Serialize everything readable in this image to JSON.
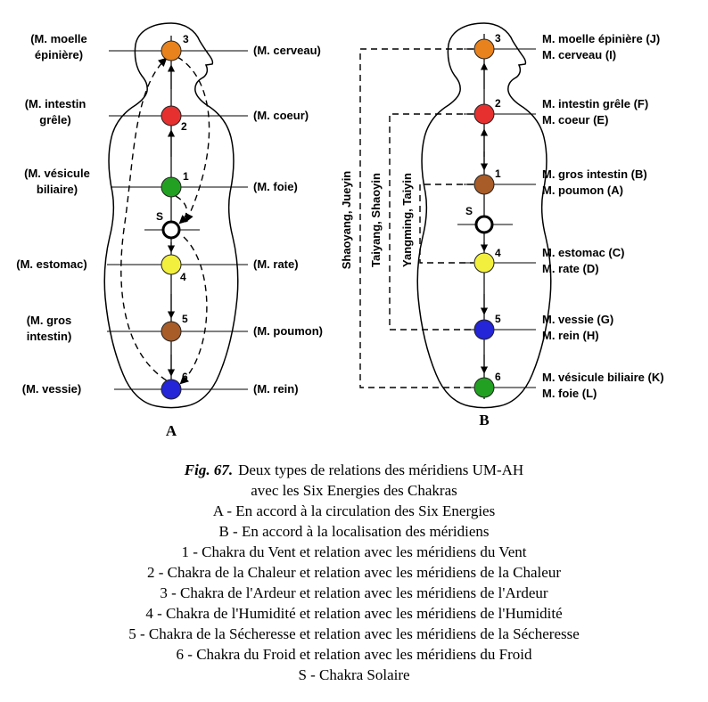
{
  "colors": {
    "orange": "#e8821c",
    "red": "#e63030",
    "green": "#22a022",
    "yellow": "#f2ef3e",
    "brown": "#a85c28",
    "blue": "#2424d8"
  },
  "figure_a": {
    "letter": "A",
    "s_label": "S",
    "numbers": {
      "n1": "1",
      "n2": "2",
      "n3": "3",
      "n4": "4",
      "n5": "5",
      "n6": "6"
    },
    "left_labels": {
      "l1a": "(M. moelle",
      "l1b": "épinière)",
      "l2a": "(M. intestin",
      "l2b": "grêle)",
      "l3a": "(M. vésicule",
      "l3b": "biliaire)",
      "l4": "(M. estomac)",
      "l5a": "(M. gros",
      "l5b": "intestin)",
      "l6": "(M. vessie)"
    },
    "right_labels": {
      "r1": "(M. cerveau)",
      "r2": "(M. coeur)",
      "r3": "(M. foie)",
      "r4": "(M. rate)",
      "r5": "(M. poumon)",
      "r6": "(M. rein)"
    }
  },
  "figure_b": {
    "letter": "B",
    "s_label": "S",
    "numbers": {
      "n1": "1",
      "n2": "2",
      "n3": "3",
      "n4": "4",
      "n5": "5",
      "n6": "6"
    },
    "labels": {
      "row1a": "M. moelle épinière (J)",
      "row1b": "M. cerveau (I)",
      "row2a": "M. intestin grêle (F)",
      "row2b": "M. coeur (E)",
      "row3a": "M. gros intestin (B)",
      "row3b": "M. poumon (A)",
      "row4a": "M. estomac (C)",
      "row4b": "M. rate (D)",
      "row5a": "M. vessie (G)",
      "row5b": "M. rein (H)",
      "row6a": "M. vésicule biliaire (K)",
      "row6b": "M. foie (L)"
    },
    "energy_labels": {
      "outer": "Shaoyang, Jueyin",
      "middle": "Taiyang, Shaoyin",
      "inner": "Yangming, Taiyin"
    }
  },
  "caption": {
    "fig_label": "Fig. 67.",
    "title": "Deux types de relations des méridiens UM-AH",
    "subtitle": "avec les Six Energies des Chakras",
    "lines": [
      "A - En accord à la circulation des Six Energies",
      "B - En accord à la localisation des méridiens",
      "1 - Chakra du Vent et relation avec les méridiens du Vent",
      "2 - Chakra de la Chaleur et relation avec les méridiens de la Chaleur",
      "3 - Chakra de l'Ardeur et relation avec les méridiens de l'Ardeur",
      "4 - Chakra de l'Humidité et relation avec les méridiens de l'Humidité",
      "5 - Chakra de la Sécheresse et relation avec les méridiens de la Sécheresse",
      "6 - Chakra du Froid et relation avec les méridiens du Froid",
      "S - Chakra Solaire"
    ]
  }
}
